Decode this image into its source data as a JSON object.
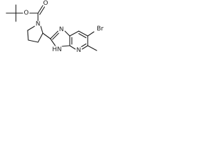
{
  "molecule": {
    "atoms": {
      "o_carbonyl": "O",
      "o_ester": "O",
      "n_pyrrolidine": "N",
      "n_imidazole": "N",
      "nh_imidazole": "N",
      "h_imidazole": "H",
      "n_pyridine": "N",
      "br": "Br"
    }
  },
  "colors": {
    "bond": "#1a1a1a",
    "background": "#ffffff"
  }
}
